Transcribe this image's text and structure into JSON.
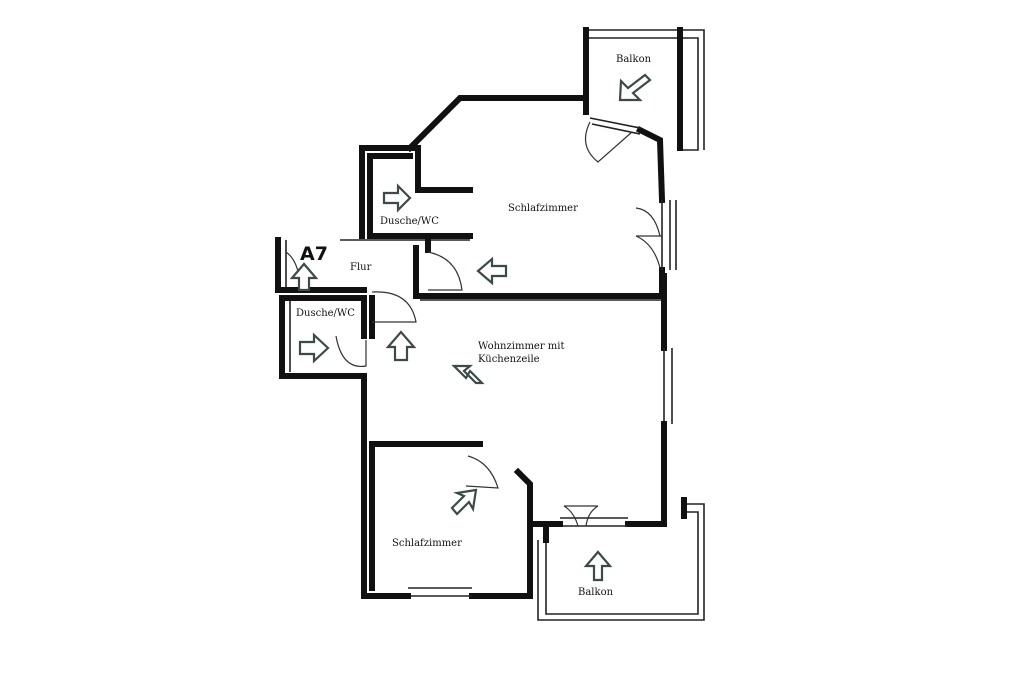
{
  "plan": {
    "unit_code": "A7",
    "rooms": {
      "balkon_top": "Balkon",
      "schlafzimmer_top": "Schlafzimmer",
      "dusche_top": "Dusche/WC",
      "flur": "Flur",
      "dusche_left": "Dusche/WC",
      "wohnzimmer_line1": "Wohnzimmer mit",
      "wohnzimmer_line2": "Küchenzeile",
      "schlafzimmer_bottom": "Schlafzimmer",
      "balkon_bottom": "Balkon"
    },
    "colors": {
      "wall": "#111111",
      "arrow": "#3c4a4a",
      "background": "#ffffff"
    }
  }
}
